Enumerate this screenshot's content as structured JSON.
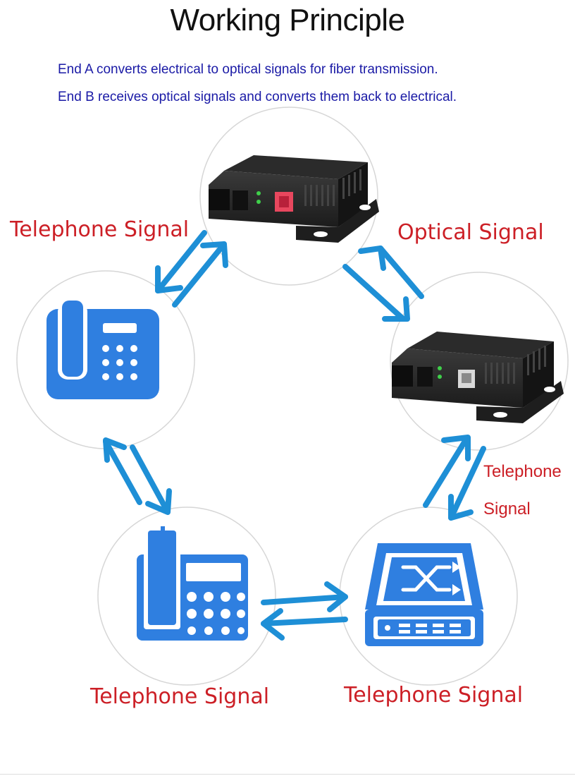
{
  "title": "Working Principle",
  "description": {
    "line1": "End A converts electrical to optical signals for fiber transmission.",
    "line2": "End B receives optical signals and converts them back to electrical."
  },
  "labels": {
    "telephone_signal_left": "Telephone Signal",
    "optical_signal": "Optical Signal",
    "telephone_right_line1": "Telephone",
    "telephone_right_line2": "Signal",
    "telephone_signal_bottom_left": "Telephone Signal",
    "telephone_signal_bottom_right": "Telephone Signal"
  },
  "nodes": [
    {
      "id": "converter-a",
      "icon": "fiber-converter"
    },
    {
      "id": "converter-b",
      "icon": "fiber-converter"
    },
    {
      "id": "phone-left",
      "icon": "telephone-icon"
    },
    {
      "id": "desk-phone",
      "icon": "desk-phone-icon"
    },
    {
      "id": "switch",
      "icon": "switch-icon"
    }
  ],
  "colors": {
    "arrow": "#1e8fd6",
    "icon": "#2f7fe0",
    "label": "#cc1f26",
    "description": "#1a1aa6",
    "circle": "#d6d6d6"
  }
}
